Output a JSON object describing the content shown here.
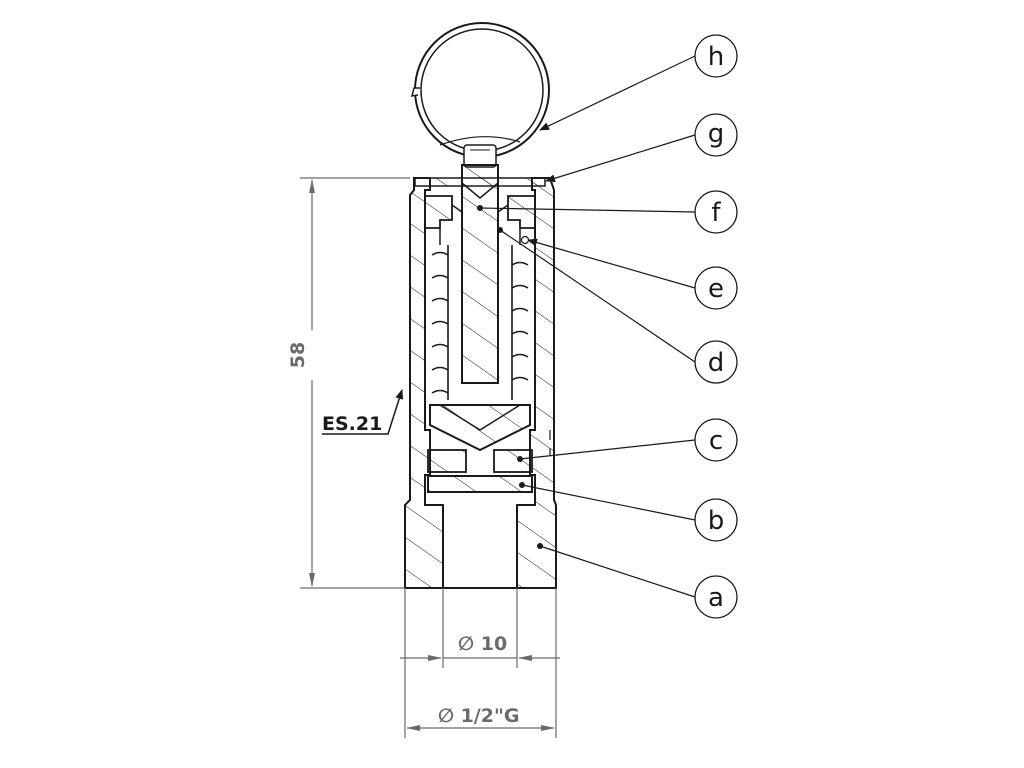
{
  "diagram": {
    "callouts": [
      "h",
      "g",
      "f",
      "e",
      "d",
      "c",
      "b",
      "a"
    ],
    "surface_symbol": "ES.21",
    "dimensions": {
      "height": "58",
      "inner_diameter_symbol": "∅",
      "inner_diameter": "10",
      "outer_diameter_symbol": "∅",
      "outer_diameter": "1/2\"G"
    },
    "colors": {
      "line": "#1a1a1a",
      "dimension": "#6b6b6b"
    }
  }
}
